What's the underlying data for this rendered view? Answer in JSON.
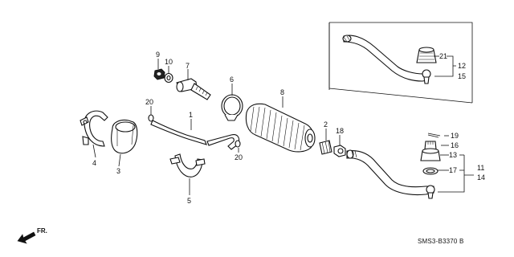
{
  "callouts": [
    "9",
    "10",
    "7",
    "6",
    "8",
    "20",
    "1",
    "4",
    "3",
    "2",
    "18",
    "20",
    "5",
    "21",
    "12",
    "15",
    "19",
    "16",
    "13",
    "17",
    "11",
    "14"
  ],
  "diagram_code": "SMS3-B3370 B",
  "direction_label": "FR.",
  "colors": {
    "line": "#111111",
    "background": "#ffffff"
  }
}
